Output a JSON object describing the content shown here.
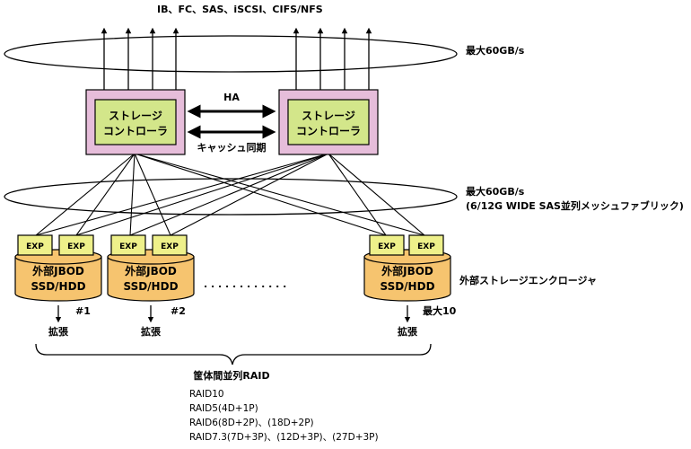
{
  "protocols": "IB、FC、SAS、iSCSI、CIFS/NFS",
  "front_bandwidth": "最大60GB/s",
  "back_bandwidth": "最大60GB/s",
  "back_fabric": "(6/12G WIDE SAS並列メッシュファブリック)",
  "controllers": [
    {
      "line1": "ストレージ",
      "line2": "コントローラ"
    },
    {
      "line1": "ストレージ",
      "line2": "コントローラ"
    }
  ],
  "ha_label": "HA",
  "cache_sync_label": "キャッシュ同期",
  "exp_label": "EXP",
  "jbods": [
    {
      "line1": "外部JBOD",
      "line2": "SSD/HDD",
      "number": "#1",
      "expand": "拡張"
    },
    {
      "line1": "外部JBOD",
      "line2": "SSD/HDD",
      "number": "#2",
      "expand": "拡張"
    },
    {
      "line1": "外部JBOD",
      "line2": "SSD/HDD",
      "number": "最大10",
      "expand": "拡張"
    }
  ],
  "ellipsis": ". . . . . . . . . . . .",
  "enclosure_label": "外部ストレージエンクロージャ",
  "raid_title": "筐体間並列RAID",
  "raid_levels": [
    "RAID10",
    "RAID5(4D+1P)",
    "RAID6(8D+2P)、(18D+2P)",
    "RAID7.3(7D+3P)、(12D+3P)、(27D+3P)"
  ],
  "colors": {
    "controller_outer": "#e6bdda",
    "controller_inner": "#d3e68a",
    "jbod_fill": "#f6c46f",
    "exp_fill": "#eef08a"
  }
}
